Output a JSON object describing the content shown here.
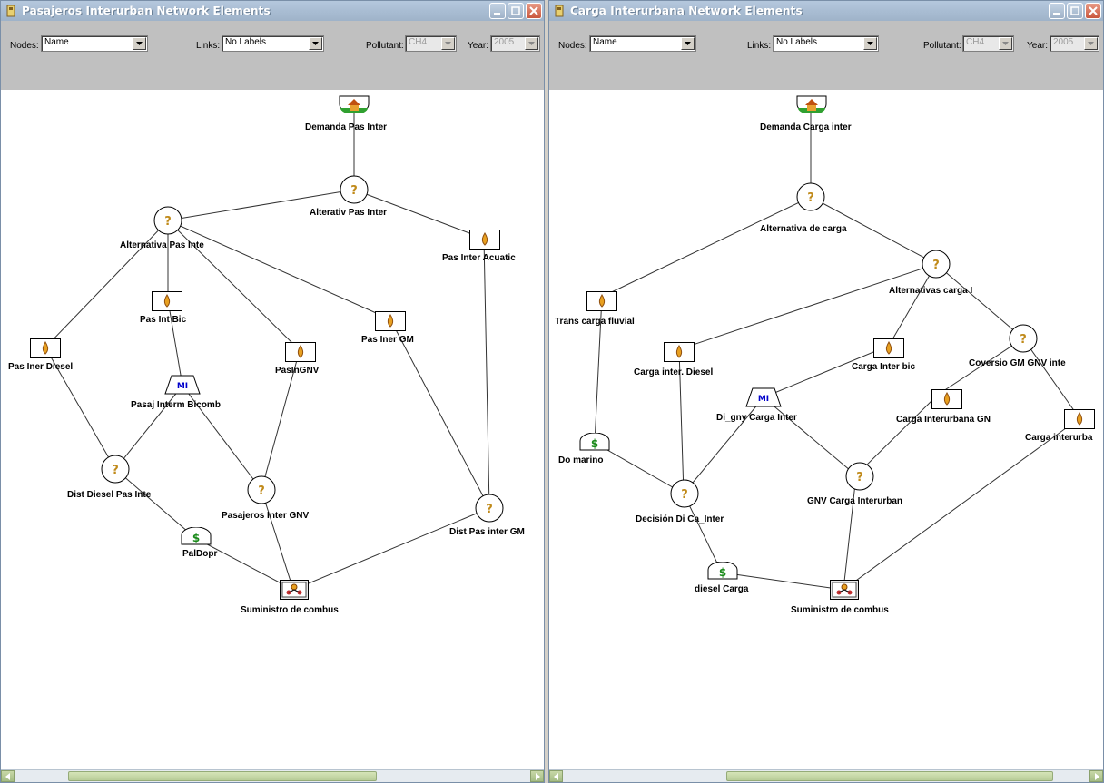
{
  "window_left": {
    "title": "Pasajeros Interurban Network Elements",
    "toolbar": {
      "nodes_label": "Nodes:",
      "nodes_value": "Name",
      "links_label": "Links:",
      "links_value": "No Labels",
      "pollutant_label": "Pollutant:",
      "pollutant_value": "CH4",
      "year_label": "Year:",
      "year_value": "2005"
    },
    "nodes": [
      {
        "id": "demanda",
        "label": "Demanda Pas Inter",
        "icon": "demand-house-icon"
      },
      {
        "id": "alterativ",
        "label": "Alterativ Pas Inter",
        "icon": "question-icon"
      },
      {
        "id": "alternativa",
        "label": "Alternativa Pas Inte",
        "icon": "question-icon"
      },
      {
        "id": "acuatic",
        "label": "Pas Inter Acuatic",
        "icon": "flame-icon"
      },
      {
        "id": "bic",
        "label": "Pas Int Bic",
        "icon": "flame-icon"
      },
      {
        "id": "gm",
        "label": "Pas Iner GM",
        "icon": "flame-icon"
      },
      {
        "id": "diesel",
        "label": "Pas Iner Diesel",
        "icon": "flame-icon"
      },
      {
        "id": "gnv",
        "label": "PasInGNV",
        "icon": "flame-icon"
      },
      {
        "id": "bicomb",
        "label": "Pasaj Interm Bicomb",
        "icon": "mi-icon"
      },
      {
        "id": "distdiesel",
        "label": "Dist Diesel Pas Inte",
        "icon": "question-icon"
      },
      {
        "id": "pasgnv",
        "label": "Pasajeros Inter GNV",
        "icon": "question-icon"
      },
      {
        "id": "distgm",
        "label": "Dist Pas inter GM",
        "icon": "question-icon"
      },
      {
        "id": "paldopr",
        "label": "PalDopr",
        "icon": "dollar-icon"
      },
      {
        "id": "suministro",
        "label": "Suministro de combus",
        "icon": "supply-icon"
      }
    ]
  },
  "window_right": {
    "title": "Carga Interurbana Network Elements",
    "toolbar": {
      "nodes_label": "Nodes:",
      "nodes_value": "Name",
      "links_label": "Links:",
      "links_value": "No Labels",
      "pollutant_label": "Pollutant:",
      "pollutant_value": "CH4",
      "year_label": "Year:",
      "year_value": "2005"
    },
    "nodes": [
      {
        "id": "demanda",
        "label": "Demanda Carga inter",
        "icon": "demand-house-icon"
      },
      {
        "id": "altcarga",
        "label": "Alternativa de carga",
        "icon": "question-icon"
      },
      {
        "id": "altcargal",
        "label": "Alternativas carga I",
        "icon": "question-icon"
      },
      {
        "id": "fluvial",
        "label": "Trans carga fluvial",
        "icon": "flame-icon"
      },
      {
        "id": "diesel",
        "label": "Carga inter. Diesel",
        "icon": "flame-icon"
      },
      {
        "id": "bic",
        "label": "Carga Inter bic",
        "icon": "flame-icon"
      },
      {
        "id": "coversio",
        "label": "Coversio GM GNV inte",
        "icon": "question-icon"
      },
      {
        "id": "gn",
        "label": "Carga Interurbana GN",
        "icon": "flame-icon"
      },
      {
        "id": "interurba",
        "label": "Carga interurba",
        "icon": "flame-icon"
      },
      {
        "id": "digny",
        "label": "Di_gny Carga Inter",
        "icon": "mi-icon"
      },
      {
        "id": "marino",
        "label": "Do marino",
        "icon": "dollar-icon"
      },
      {
        "id": "gnvcarga",
        "label": "GNV Carga Interurban",
        "icon": "question-icon"
      },
      {
        "id": "decision",
        "label": "Decisión Di Ca_Inter",
        "icon": "question-icon"
      },
      {
        "id": "dieselcarga",
        "label": "diesel Carga",
        "icon": "dollar-icon"
      },
      {
        "id": "suministro",
        "label": "Suministro de combus",
        "icon": "supply-icon"
      }
    ]
  },
  "colors": {
    "titlebar": "#a9bdd3",
    "canvas": "#ffffff",
    "toolbar": "#c0c0c0",
    "node_flame": "#e8a020",
    "node_question": "#c08a1a",
    "mi_text": "#0000cc",
    "dollar": "#1a8a1a"
  }
}
